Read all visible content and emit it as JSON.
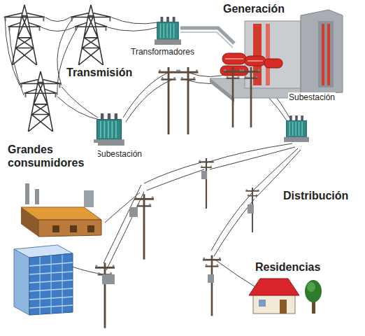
{
  "diagram": {
    "labels": [
      "Generación",
      "Transformadores",
      "Transmisión",
      "Subestación",
      "Subestación",
      "Grandes consumidores",
      "Distribución",
      "Residencias"
    ]
  }
}
